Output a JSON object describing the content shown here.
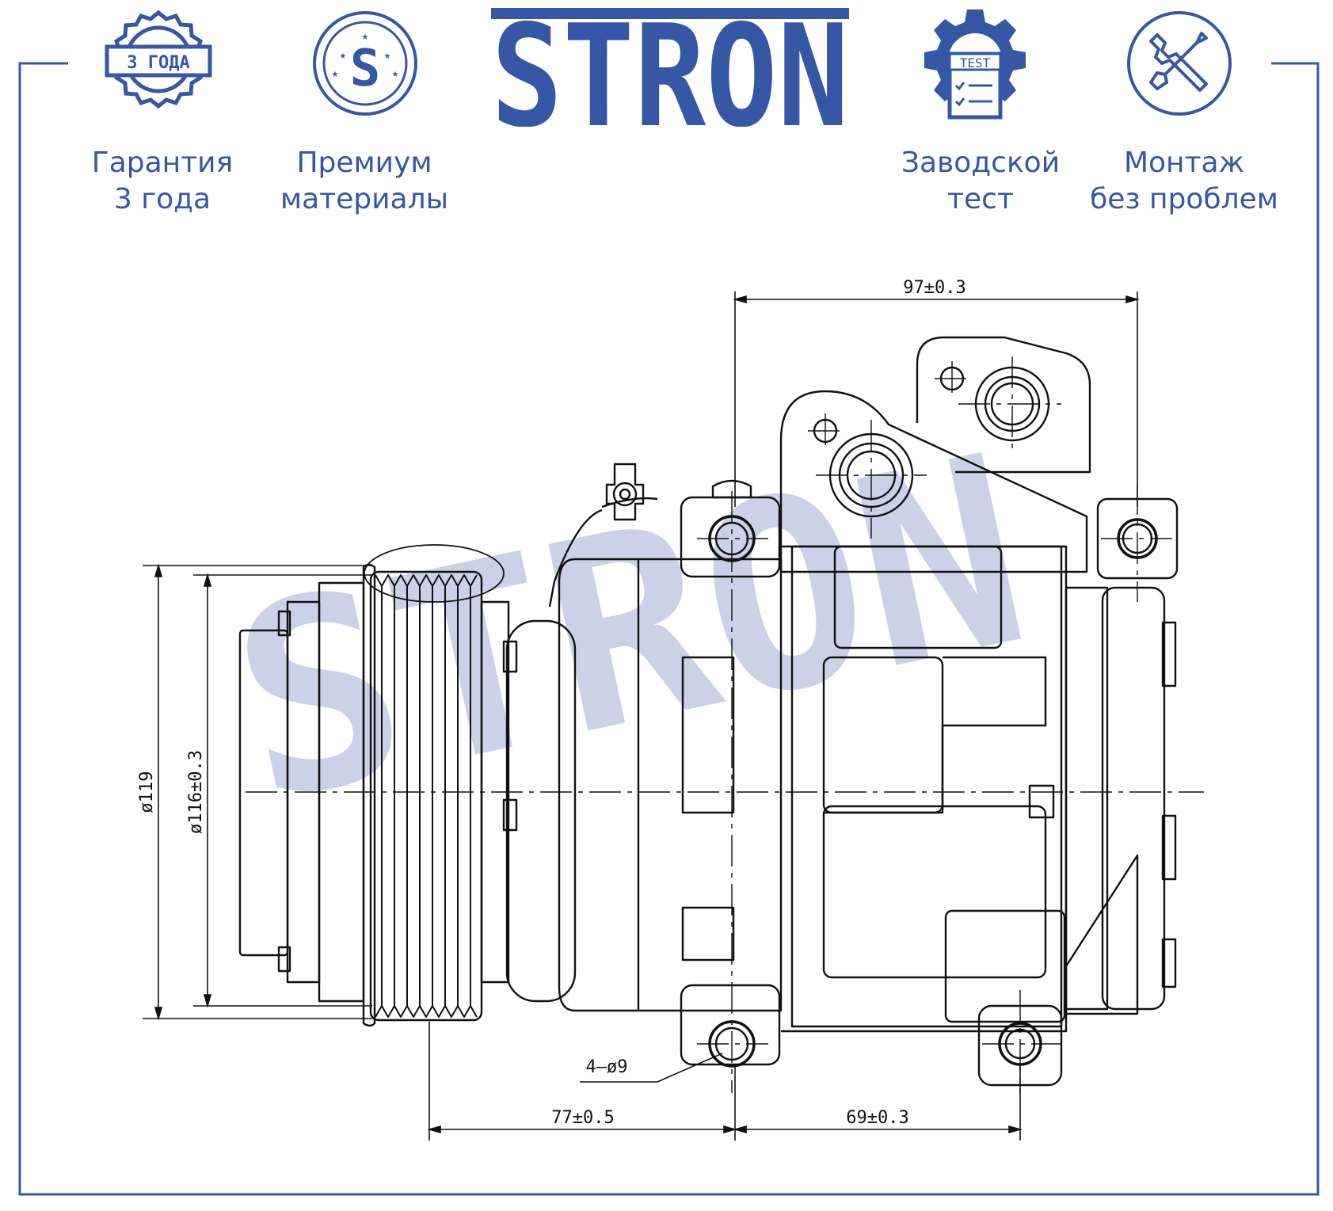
{
  "brand": {
    "name": "STRON",
    "color": "#3557a6"
  },
  "features": [
    {
      "icon": "warranty-seal-icon",
      "badge": "3 ГОДА",
      "line1": "Гарантия",
      "line2": "3 года"
    },
    {
      "icon": "premium-s-icon",
      "badge": "S",
      "line1": "Премиум",
      "line2": "материалы"
    },
    {
      "icon": "factory-test-gear-icon",
      "badge": "TEST",
      "line1": "Заводской",
      "line2": "тест"
    },
    {
      "icon": "tools-wrench-screwdriver-icon",
      "line1": "Монтаж",
      "line2": "без проблем"
    }
  ],
  "drawing": {
    "subject": "AC compressor",
    "dimensions": {
      "top_width": "97±0.3",
      "outer_diameter": "ø119",
      "pulley_diameter": "ø116±0.3",
      "holes": "4–ø9",
      "left_span": "77±0.5",
      "right_span": "69±0.3"
    },
    "watermark": "STRON",
    "colors": {
      "line": "#111111",
      "accent": "#3557a6",
      "watermark": "#c3cbe3"
    }
  }
}
